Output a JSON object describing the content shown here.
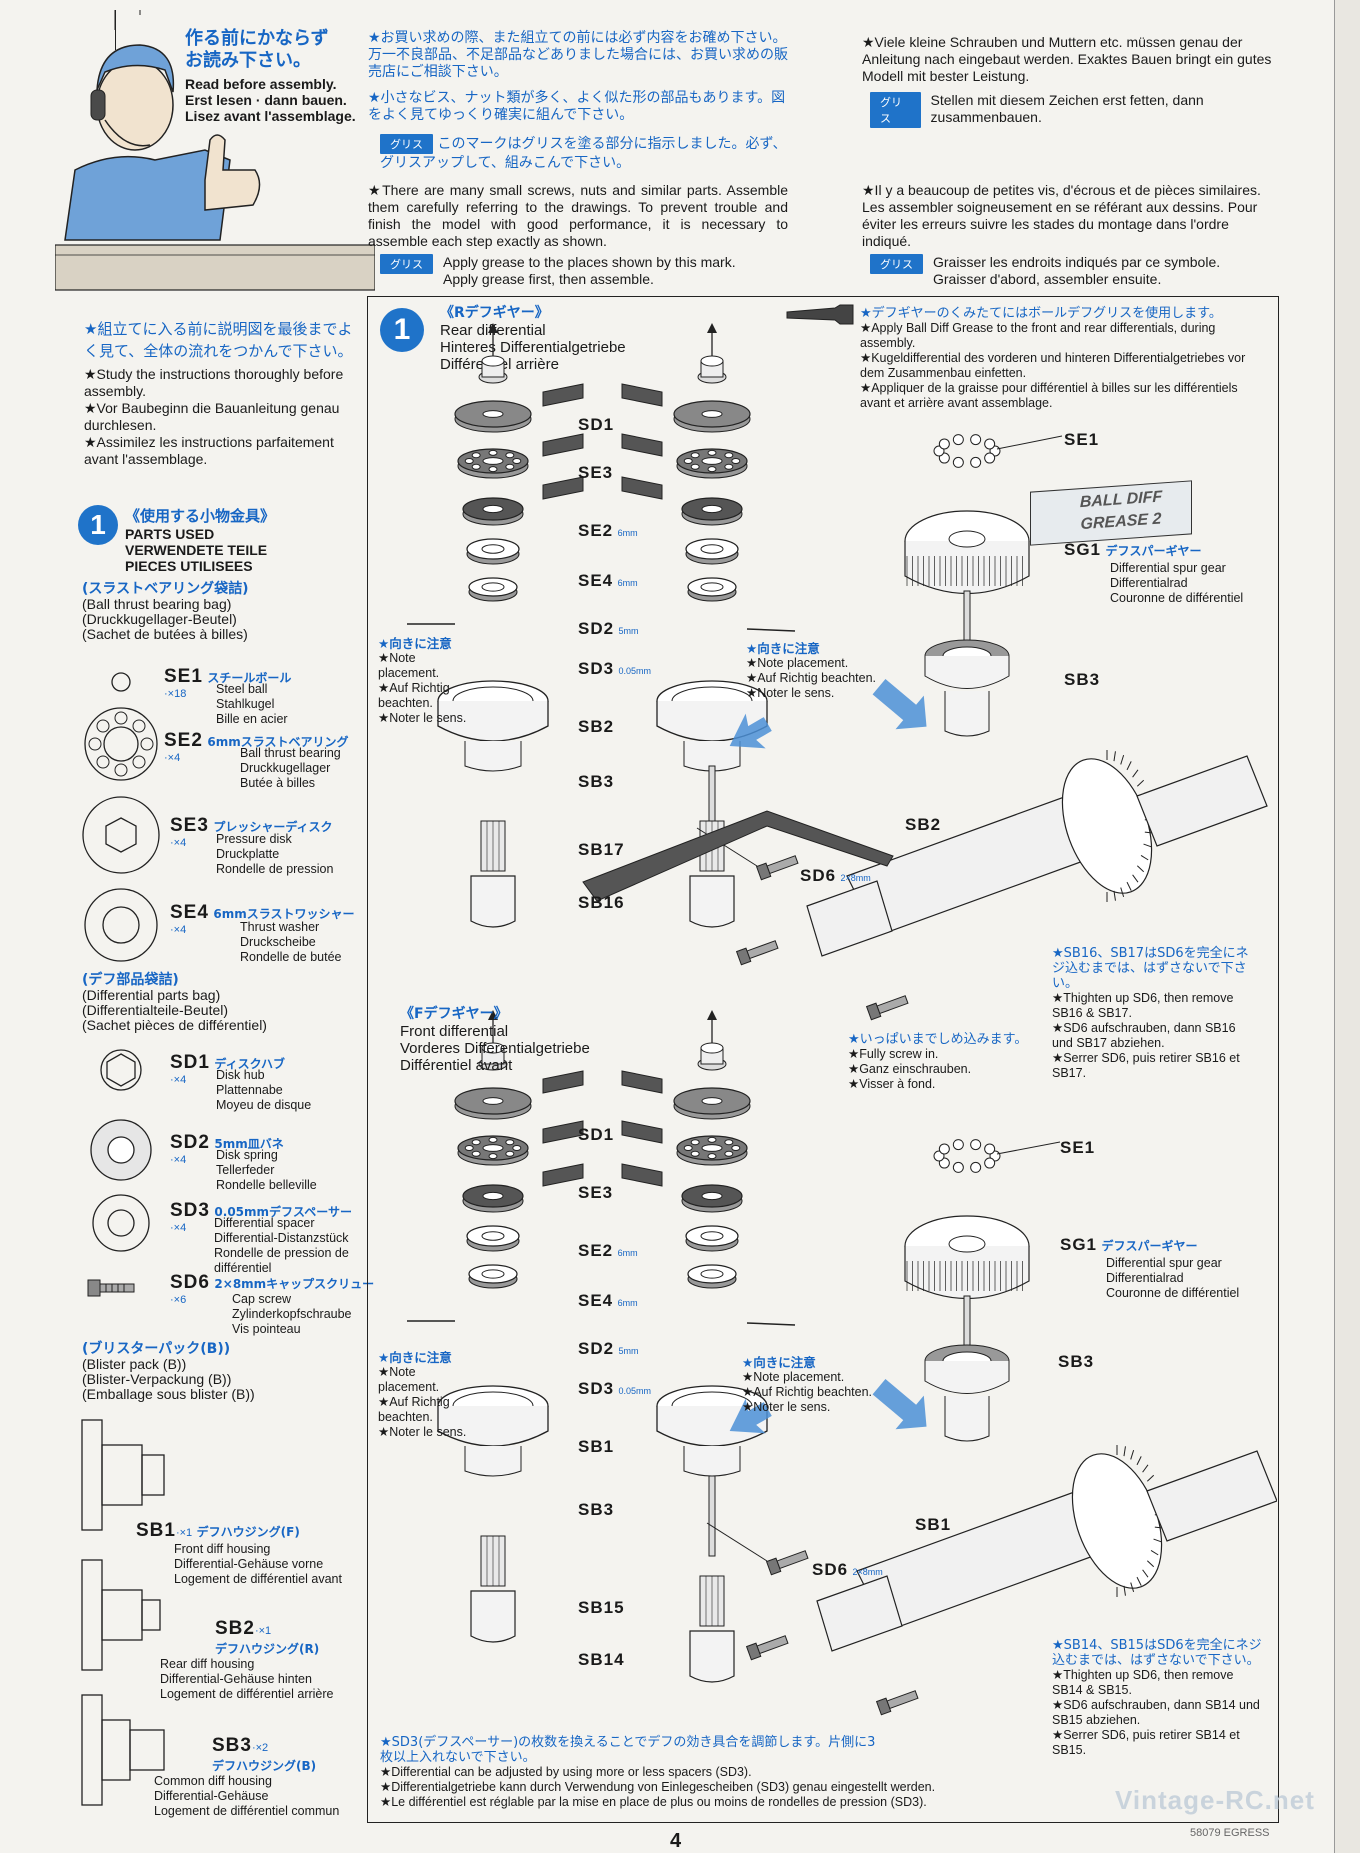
{
  "header": {
    "jp_read": "作る前にかならず\nお読み下さい。",
    "read_en": "Read before assembly.",
    "read_de": "Erst lesen · dann bauen.",
    "read_fr": "Lisez avant l'assemblage.",
    "jp_notice_1": "★お買い求めの際、また組立ての前には必ず内容をお確め下さい。万一不良部品、不足部品などありました場合には、お買い求めの販売店にご相談下さい。",
    "jp_notice_2": "★小さなビス、ナット類が多く、よく似た形の部品もあります。図をよく見てゆっくり確実に組んで下さい。",
    "grease_badge": "グリス",
    "jp_grease": "このマークはグリスを塗る部分に指示しました。必ず、グリスアップして、組みこんで下さい。",
    "en_notice": "★There are many small screws, nuts and similar parts. Assemble them carefully referring to the drawings. To prevent trouble and finish the model with good performance, it is necessary to assemble each step exactly as shown.",
    "en_grease": "Apply grease to the places shown by this mark.\nApply grease first, then assemble.",
    "de_notice": "★Viele kleine Schrauben und Muttern etc. müssen genau der Anleitung nach eingebaut werden. Exaktes Bauen bringt ein gutes Modell mit bester Leistung.",
    "de_grease": "Stellen mit diesem Zeichen erst fetten, dann zusammenbauen.",
    "fr_notice": "★Il y a beaucoup de petites vis, d'écrous et de pièces similaires. Les assembler soigneusement en se référant aux dessins. Pour éviter les erreurs suivre les stades du montage dans l'ordre indiqué.",
    "fr_grease": "Graisser les endroits indiqués par ce symbole.\nGraisser d'abord, assembler ensuite."
  },
  "left": {
    "jp_study": "★組立てに入る前に説明図を最後までよく見て、全体の流れをつかんで下さい。",
    "en_study": "★Study the instructions thoroughly before assembly.",
    "de_study": "★Vor Baubeginn die Bauanleitung genau durchlesen.",
    "fr_study": "★Assimilez les instructions parfaitement avant l'assemblage.",
    "num": "1",
    "jp_parts": "《使用する小物金具》",
    "parts_en": "PARTS USED",
    "parts_de": "VERWENDETE TEILE",
    "parts_fr": "PIECES UTILISEES",
    "bag1_jp": "(スラストベアリング袋詰)",
    "bag1_en": "(Ball thrust bearing bag)",
    "bag1_de": "(Druckkugellager-Beutel)",
    "bag1_fr": "(Sachet de butées à billes)",
    "bag2_jp": "(デフ部品袋詰)",
    "bag2_en": "(Differential parts bag)",
    "bag2_de": "(Differentialteile-Beutel)",
    "bag2_fr": "(Sachet pièces de différentiel)",
    "bag3_jp": "(ブリスターパック(B))",
    "bag3_en": "(Blister pack (B))",
    "bag3_de": "(Blister-Verpackung (B))",
    "bag3_fr": "(Emballage sous blister (B))",
    "parts": [
      {
        "code": "SE1",
        "qty": "·×18",
        "jp": "スチールボール",
        "en": "Steel ball",
        "de": "Stahlkugel",
        "fr": "Bille en acier"
      },
      {
        "code": "SE2",
        "qty": "·×4",
        "jp": "6mmスラストベアリング",
        "en": "Ball thrust bearing",
        "de": "Druckkugellager",
        "fr": "Butée à billes"
      },
      {
        "code": "SE3",
        "qty": "·×4",
        "jp": "プレッシャーディスク",
        "en": "Pressure disk",
        "de": "Druckplatte",
        "fr": "Rondelle de pression"
      },
      {
        "code": "SE4",
        "qty": "·×4",
        "jp": "6mmスラストワッシャー",
        "en": "Thrust washer",
        "de": "Druckscheibe",
        "fr": "Rondelle de butée"
      },
      {
        "code": "SD1",
        "qty": "·×4",
        "jp": "ディスクハブ",
        "en": "Disk hub",
        "de": "Plattennabe",
        "fr": "Moyeu de disque"
      },
      {
        "code": "SD2",
        "qty": "·×4",
        "jp": "5mm皿バネ",
        "en": "Disk spring",
        "de": "Tellerfeder",
        "fr": "Rondelle belleville"
      },
      {
        "code": "SD3",
        "qty": "·×4",
        "jp": "0.05mmデフスペーサー",
        "en": "Differential spacer",
        "de": "Differential-Distanzstück",
        "fr": "Rondelle de pression de différentiel"
      },
      {
        "code": "SD6",
        "qty": "·×6",
        "jp": "2×8mmキャップスクリュー",
        "en": "Cap screw",
        "de": "Zylinderkopfschraube",
        "fr": "Vis pointeau"
      }
    ],
    "housings": [
      {
        "code": "SB1",
        "qty": "·×1",
        "jp": "デフハウジング(F)",
        "en": "Front diff housing",
        "de": "Differential-Gehäuse vorne",
        "fr": "Logement de différentiel avant"
      },
      {
        "code": "SB2",
        "qty": "·×1",
        "jp": "デフハウジング(R)",
        "en": "Rear diff housing",
        "de": "Differential-Gehäuse hinten",
        "fr": "Logement de différentiel arrière"
      },
      {
        "code": "SB3",
        "qty": "·×2",
        "jp": "デフハウジング(B)",
        "en": "Common diff housing",
        "de": "Differential-Gehäuse",
        "fr": "Logement de différentiel commun"
      }
    ]
  },
  "step": {
    "num": "1",
    "rear_jp": "《Rデフギヤー》",
    "rear_en": "Rear differential",
    "rear_de": "Hinteres Differentialgetriebe",
    "rear_fr": "Différentiel arrière",
    "front_jp": "《Fデフギヤー》",
    "front_en": "Front differential",
    "front_de": "Vorderes Differentialgetriebe",
    "front_fr": "Différentiel avant",
    "ball_jp": "★デフギヤーのくみたてにはボールデフグリスを使用します。",
    "ball_en": "★Apply Ball Diff Grease to the front and rear differentials, during assembly.",
    "ball_de": "★Kugeldifferential des vorderen und hinteren Differentialgetriebes vor dem Zusammenbau einfetten.",
    "ball_fr": "★Appliquer de la graisse pour différentiel à billes sur les différentiels avant et arrière avant assemblage.",
    "tube_text": "BALL DIFF GREASE 2",
    "note_jp": "★向きに注意",
    "note_en": "★Note placement.",
    "note_de": "★Auf Richtig beachten.",
    "note_fr": "★Noter le sens.",
    "sg1_jp": "デフスパーギヤー",
    "sg1_en": "Differential spur gear",
    "sg1_de": "Differentialrad",
    "sg1_fr": "Couronne de différentiel",
    "screw_jp": "★いっぱいまでしめ込みます。",
    "screw_en": "★Fully screw in.",
    "screw_de": "★Ganz einschrauben.",
    "screw_fr": "★Visser à fond.",
    "rear_tight_jp": "★SB16、SB17はSD6を完全にネジ込むまでは、はずさないで下さい。",
    "rear_tight_en": "★Thighten up SD6, then remove SB16 & SB17.",
    "rear_tight_de": "★SD6 aufschrauben, dann SB16 und SB17 abziehen.",
    "rear_tight_fr": "★Serrer SD6, puis retirer SB16 et SB17.",
    "front_tight_jp": "★SB14、SB15はSD6を完全にネジ込むまでは、はずさないで下さい。",
    "front_tight_en": "★Thighten up SD6, then remove SB14 & SB15.",
    "front_tight_de": "★SD6 aufschrauben, dann SB14 und SB15 abziehen.",
    "front_tight_fr": "★Serrer SD6, puis retirer SB14 et SB15.",
    "adjust_jp": "★SD3(デフスペーサー)の枚数を換えることでデフの効き具合を調節します。片側に3枚以上入れないで下さい。",
    "adjust_en": "★Differential can be adjusted by using more or less spacers (SD3).",
    "adjust_de": "★Differentialgetriebe kann durch Verwendung von Einlegescheiben (SD3) genau eingestellt werden.",
    "adjust_fr": "★Le différentiel est réglable par la mise en place de plus ou moins de rondelles de pression (SD3).",
    "stack_labels": [
      "SD1",
      "SE3",
      "SE2",
      "SE4",
      "SD2",
      "SD3"
    ],
    "stack_sizes": [
      "",
      "",
      "6mm",
      "6mm",
      "5mm",
      "0.05mm"
    ],
    "rear_lower": [
      "SB2",
      "SB3",
      "SB17",
      "SB16"
    ],
    "front_lower": [
      "SB1",
      "SB3",
      "SB15",
      "SB14"
    ],
    "lbl_se1": "SE1",
    "lbl_sg1": "SG1",
    "lbl_sb3": "SB3",
    "lbl_sb2": "SB2",
    "lbl_sb1": "SB1",
    "lbl_sd6": "SD6",
    "lbl_sd6_size": "2×8mm"
  },
  "footer": {
    "page": "4",
    "code": "58079 EGRESS",
    "watermark": "Vintage-RC.net"
  }
}
